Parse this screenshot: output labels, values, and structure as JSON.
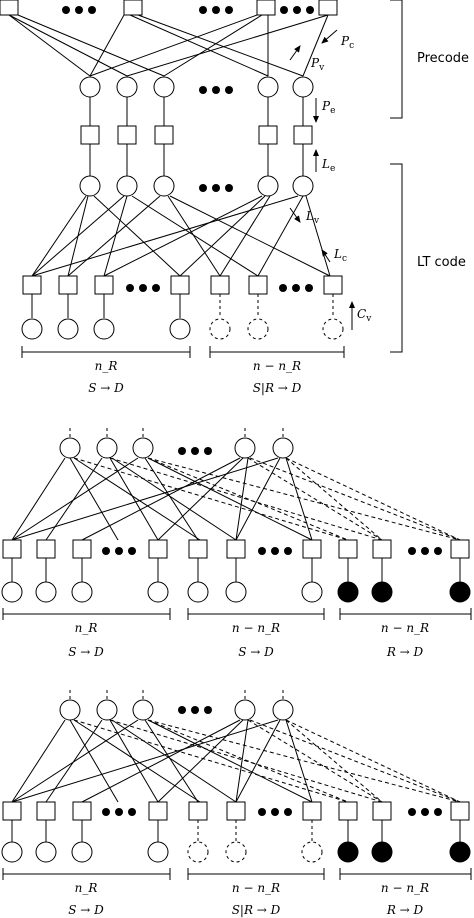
{
  "diagram1": {
    "label_precode": "Precode",
    "label_ltcode": "LT code",
    "msg_pc": "P",
    "msg_pc_sub": "c",
    "msg_pv": "P",
    "msg_pv_sub": "v",
    "msg_pe": "P",
    "msg_pe_sub": "e",
    "msg_le": "L",
    "msg_le_sub": "e",
    "msg_lv": "L",
    "msg_lv_sub": "v",
    "msg_lc": "L",
    "msg_lc_sub": "c",
    "msg_cv": "C",
    "msg_cv_sub": "v",
    "brace_left": "n_R",
    "brace_right": "n − n_R",
    "caption_left": "S → D",
    "caption_right": "S|R → D"
  },
  "diagram2": {
    "brace_1": "n_R",
    "brace_2": "n − n_R",
    "brace_3": "n − n_R",
    "caption_1": "S → D",
    "caption_2": "S → D",
    "caption_3": "R → D"
  },
  "diagram3": {
    "brace_1": "n_R",
    "brace_2": "n − n_R",
    "brace_3": "n − n_R",
    "caption_1": "S → D",
    "caption_2": "S|R → D",
    "caption_3": "R → D"
  }
}
